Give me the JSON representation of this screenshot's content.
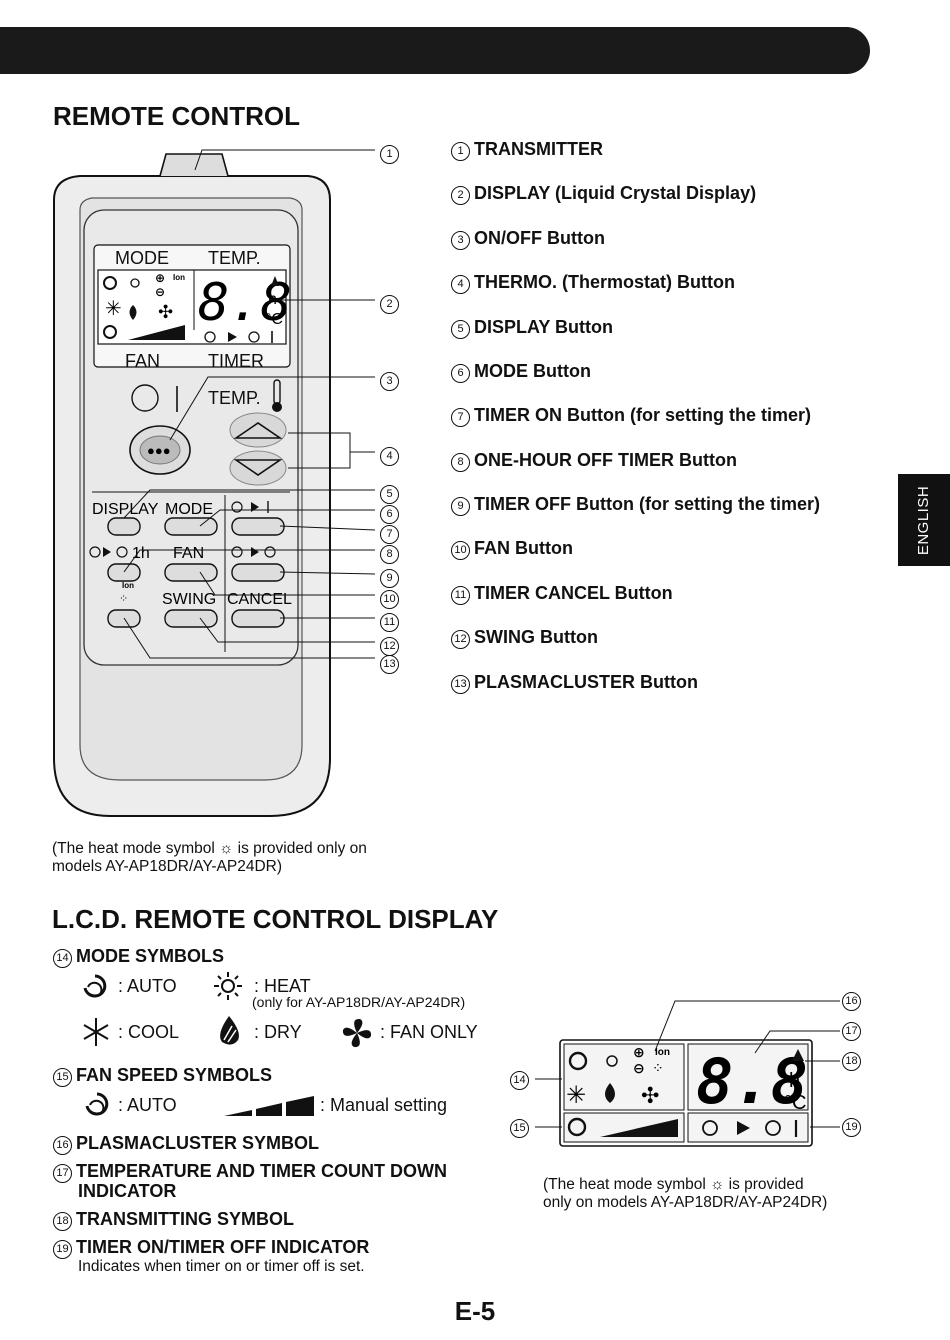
{
  "header": {
    "side_tab": "ENGLISH"
  },
  "remote_section": {
    "title": "REMOTE CONTROL",
    "callouts": [
      {
        "num": "1",
        "label": "TRANSMITTER"
      },
      {
        "num": "2",
        "label": "DISPLAY (Liquid Crystal Display)"
      },
      {
        "num": "3",
        "label": "ON/OFF Button"
      },
      {
        "num": "4",
        "label": "THERMO. (Thermostat) Button"
      },
      {
        "num": "5",
        "label": "DISPLAY Button"
      },
      {
        "num": "6",
        "label": "MODE Button"
      },
      {
        "num": "7",
        "label": "TIMER ON Button (for setting the timer)"
      },
      {
        "num": "8",
        "label": "ONE-HOUR OFF TIMER Button"
      },
      {
        "num": "9",
        "label": "TIMER OFF Button (for setting the timer)"
      },
      {
        "num": "10",
        "label": "FAN Button"
      },
      {
        "num": "11",
        "label": "TIMER CANCEL Button"
      },
      {
        "num": "12",
        "label": "SWING Button"
      },
      {
        "num": "13",
        "label": "PLASMACLUSTER Button"
      }
    ],
    "remote_labels": {
      "mode": "MODE",
      "temp": "TEMP.",
      "fan": "FAN",
      "timer": "TIMER",
      "temp_btn": "TEMP.",
      "display": "DISPLAY",
      "mode_btn": "MODE",
      "one_h": "1h",
      "fan_btn": "FAN",
      "swing": "SWING",
      "cancel": "CANCEL",
      "ion": "Ion",
      "digits": "8.8",
      "h": "h",
      "celsius": "°C"
    },
    "note_line1": "(The heat mode symbol ☼ is provided only on",
    "note_line2": "models AY-AP18DR/AY-AP24DR)"
  },
  "lcd_section": {
    "title": "L.C.D. REMOTE CONTROL DISPLAY",
    "mode_symbols": {
      "num": "14",
      "title": "MODE SYMBOLS",
      "auto": ": AUTO",
      "heat": ": HEAT",
      "heat_note": "(only for AY-AP18DR/AY-AP24DR)",
      "cool": ": COOL",
      "dry": ": DRY",
      "fan_only": ": FAN ONLY"
    },
    "fan_speed": {
      "num": "15",
      "title": "FAN SPEED SYMBOLS",
      "auto": ": AUTO",
      "manual": ": Manual setting"
    },
    "plasma": {
      "num": "16",
      "title": "PLASMACLUSTER SYMBOL"
    },
    "temp_timer": {
      "num": "17",
      "title_line1": "TEMPERATURE AND TIMER COUNT DOWN",
      "title_line2": "INDICATOR"
    },
    "transmit": {
      "num": "18",
      "title": "TRANSMITTING SYMBOL"
    },
    "timer_ind": {
      "num": "19",
      "title": "TIMER ON/TIMER OFF INDICATOR",
      "desc": "Indicates when timer on or timer off is set."
    },
    "diagram_nums": [
      "14",
      "15",
      "16",
      "17",
      "18",
      "19"
    ],
    "diagram_labels": {
      "ion": "Ion",
      "h": "h",
      "celsius": "°C"
    },
    "note_line1": "(The heat mode symbol ☼ is provided",
    "note_line2": "only on models AY-AP18DR/AY-AP24DR)"
  },
  "footer": {
    "page": "E-5"
  }
}
